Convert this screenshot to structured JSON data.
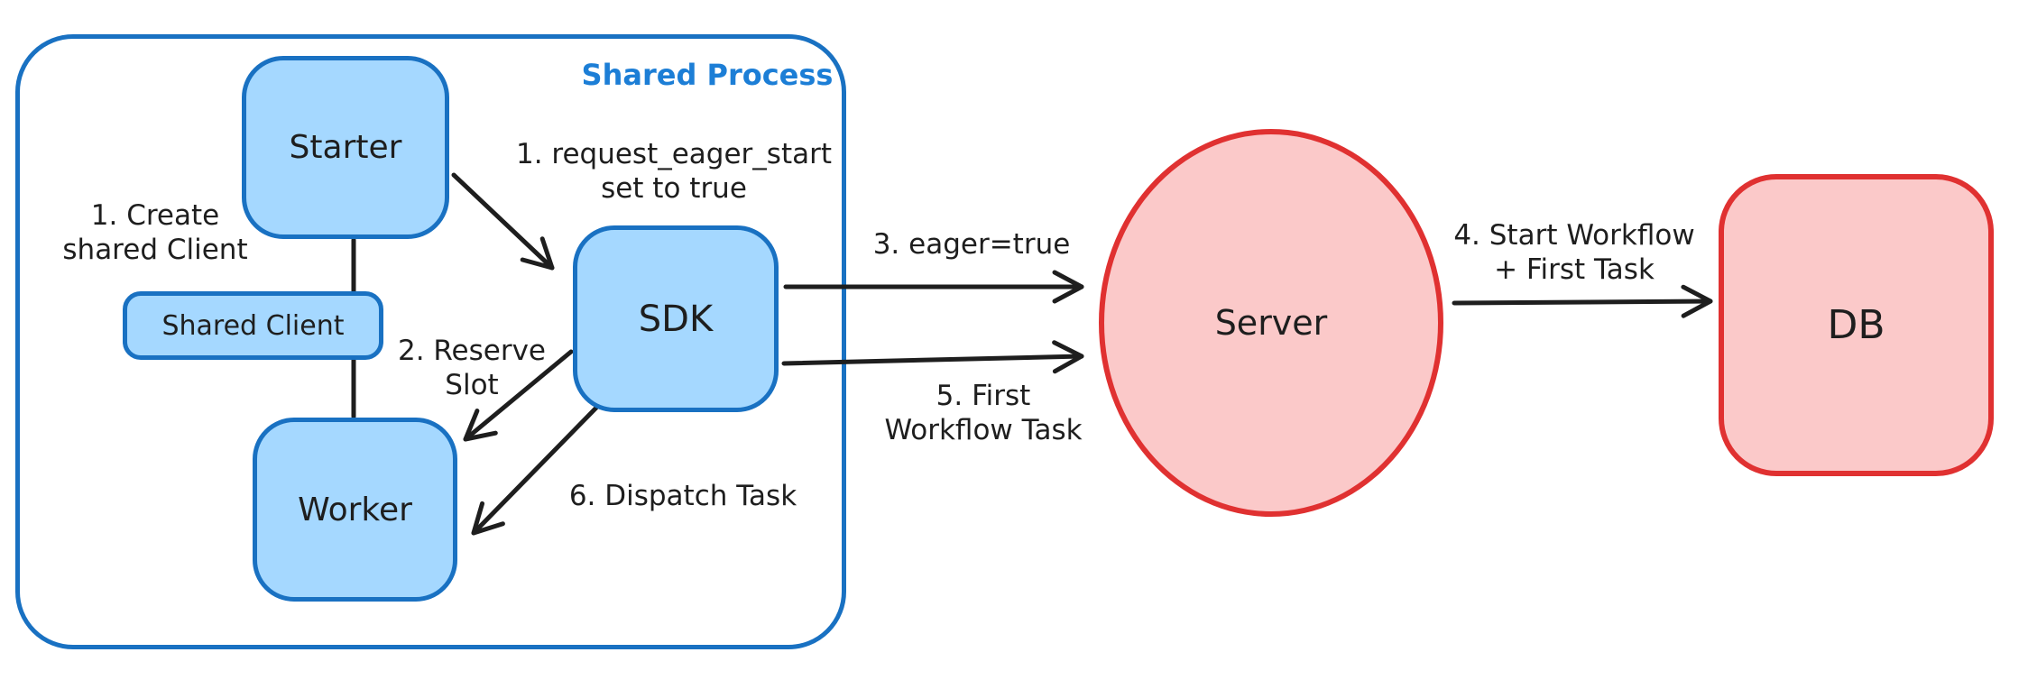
{
  "container": {
    "label": "Shared Process"
  },
  "nodes": {
    "starter": {
      "label": "Starter"
    },
    "shared_client": {
      "label": "Shared Client"
    },
    "worker": {
      "label": "Worker"
    },
    "sdk": {
      "label": "SDK"
    },
    "server": {
      "label": "Server"
    },
    "db": {
      "label": "DB"
    }
  },
  "annotations": {
    "create_shared_client": {
      "line1": "1. Create",
      "line2": "shared Client"
    },
    "request_eager_start": {
      "line1": "1. request_eager_start",
      "line2": "set to true"
    },
    "reserve_slot": {
      "line1": "2. Reserve",
      "line2": "Slot"
    },
    "eager_true": {
      "line1": "3. eager=true"
    },
    "start_workflow": {
      "line1": "4. Start Workflow",
      "line2": "+ First Task"
    },
    "first_workflow_task": {
      "line1": "5. First",
      "line2": "Workflow Task"
    },
    "dispatch_task": {
      "line1": "6. Dispatch Task"
    }
  },
  "colors": {
    "blue_stroke": "#1971c2",
    "blue_fill": "#a5d8ff",
    "blue_text": "#1c7ed6",
    "red_stroke": "#e03131",
    "red_fill": "#fbc9c9",
    "ink": "#1e1e1e",
    "background": "#ffffff"
  }
}
